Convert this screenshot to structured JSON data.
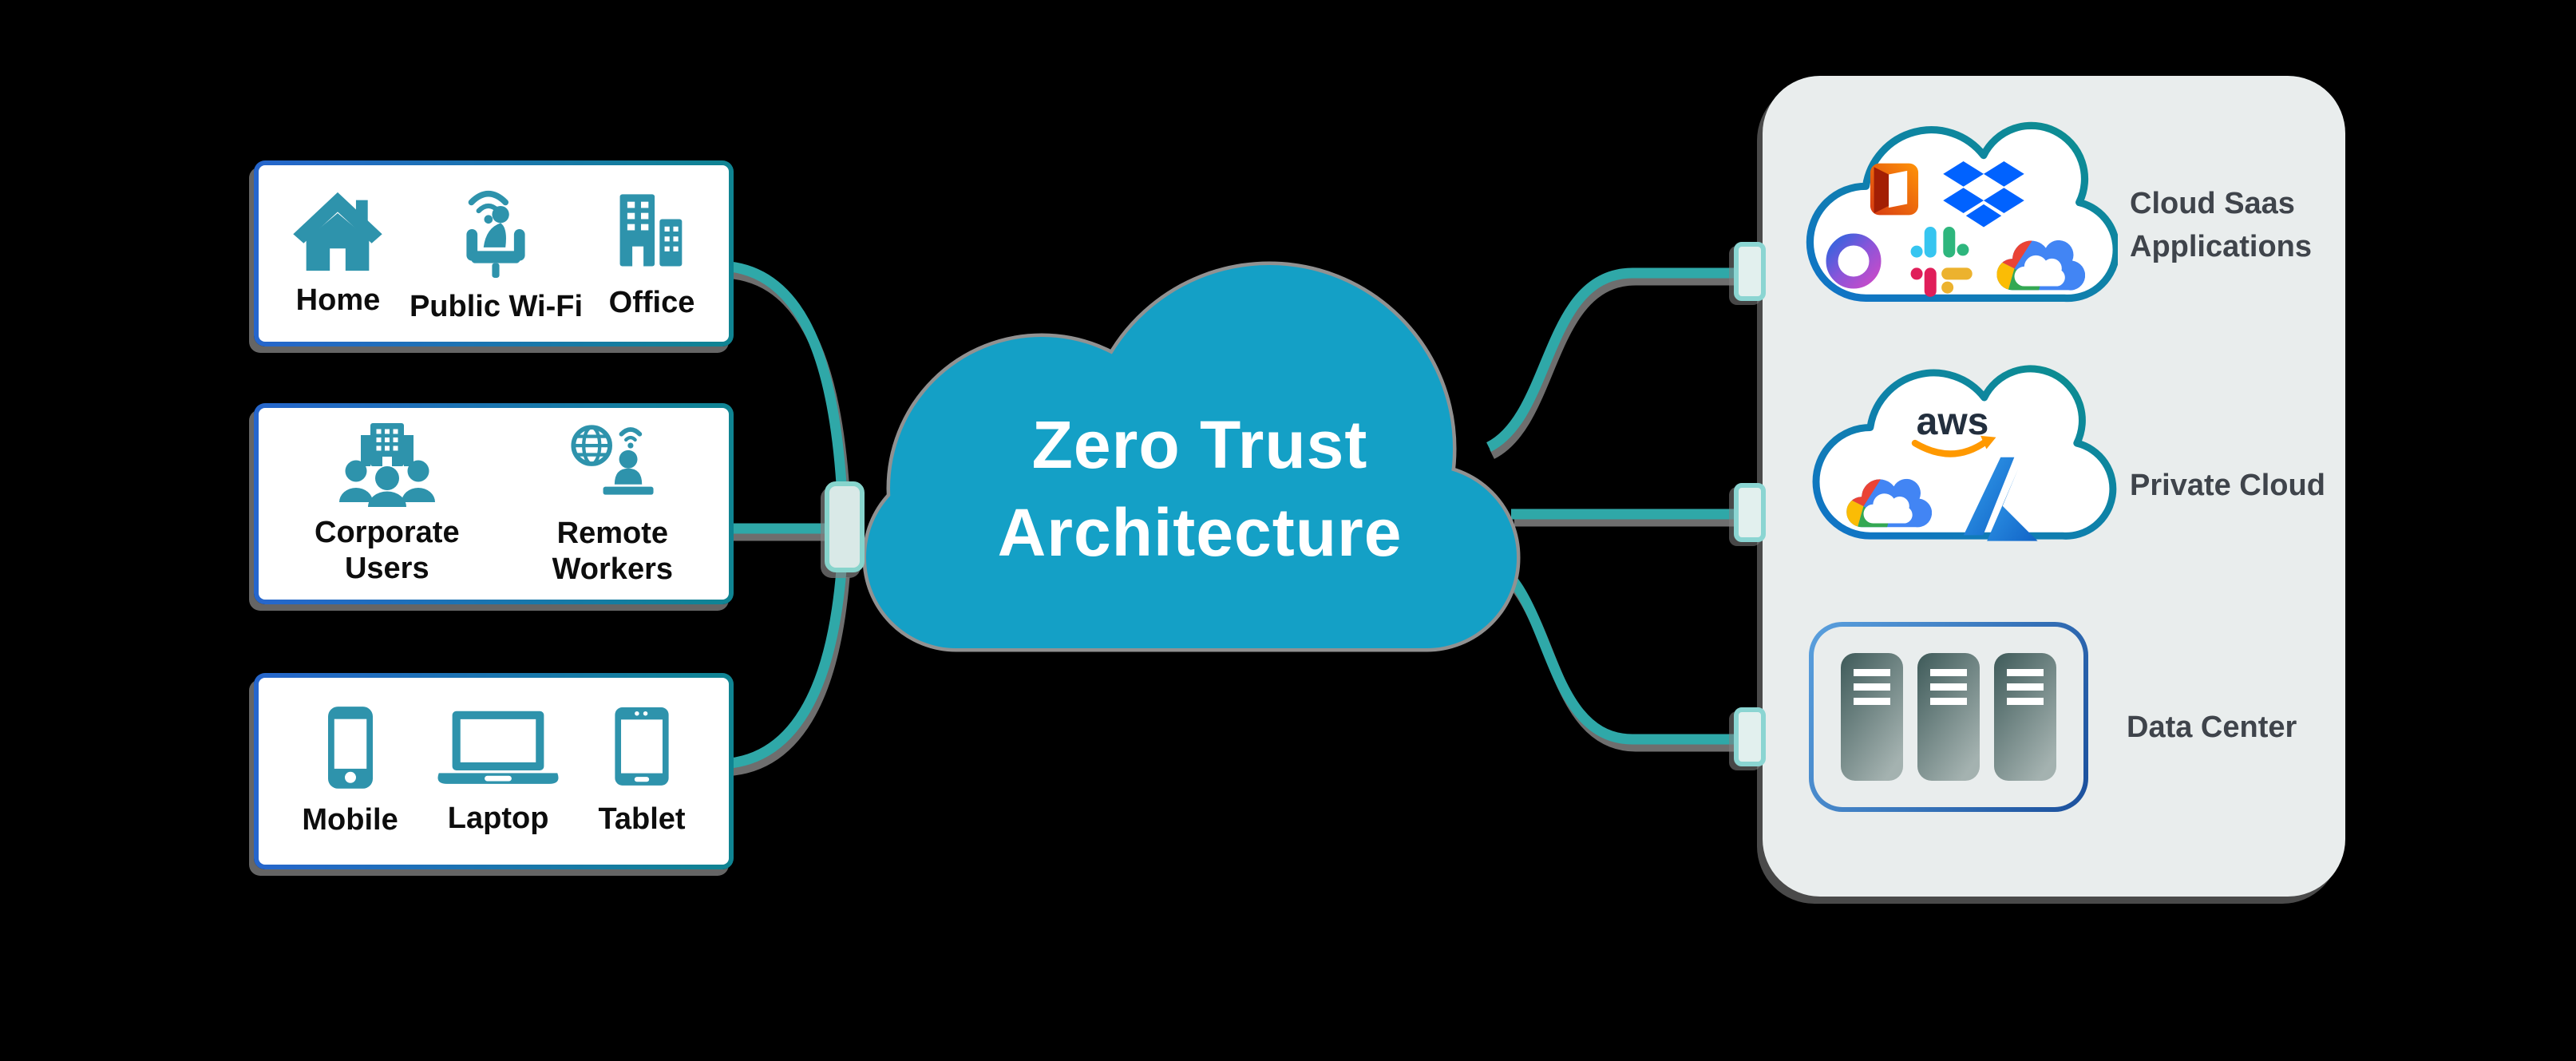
{
  "title": {
    "lines": [
      "Zero Trust",
      "Architecture"
    ]
  },
  "sources": [
    {
      "items": [
        {
          "icon": "home-icon",
          "label_lines": [
            "Home"
          ]
        },
        {
          "icon": "public-wifi-icon",
          "label_lines": [
            "Public Wi-Fi"
          ]
        },
        {
          "icon": "office-icon",
          "label_lines": [
            "Office"
          ]
        }
      ]
    },
    {
      "items": [
        {
          "icon": "corporate-users-icon",
          "label_lines": [
            "Corporate",
            "Users"
          ]
        },
        {
          "icon": "remote-workers-icon",
          "label_lines": [
            "Remote",
            "Workers"
          ]
        }
      ]
    },
    {
      "items": [
        {
          "icon": "mobile-icon",
          "label_lines": [
            "Mobile"
          ]
        },
        {
          "icon": "laptop-icon",
          "label_lines": [
            "Laptop"
          ]
        },
        {
          "icon": "tablet-icon",
          "label_lines": [
            "Tablet"
          ]
        }
      ]
    }
  ],
  "destinations": [
    {
      "label_lines": [
        "Cloud Saas",
        "Applications"
      ],
      "logos": [
        "office-logo",
        "dropbox-logo",
        "microsoft365-logo",
        "slack-logo",
        "google-cloud-logo"
      ]
    },
    {
      "label_lines": [
        "Private Cloud"
      ],
      "logos": [
        "aws-logo",
        "google-cloud-logo",
        "azure-logo"
      ],
      "aws_text": "aws"
    },
    {
      "label_lines": [
        "Data Center"
      ],
      "logos": [
        "server-rack"
      ]
    }
  ],
  "colors": {
    "background": "#000000",
    "cloud_fill": "#14A0C6",
    "wire_teal": "#2FA8A8",
    "icon_teal": "#2E93AC",
    "panel_bg": "#E9EDED",
    "label_dark": "#3F444B",
    "box_border_left": "#2666CC",
    "box_border_right": "#0F8492",
    "connector_fill": "#E2F0EE",
    "connector_border": "#8BD5D2",
    "data_center_border": "#2F6CB4",
    "aws_dark": "#232F3E",
    "aws_orange": "#FF9900"
  }
}
